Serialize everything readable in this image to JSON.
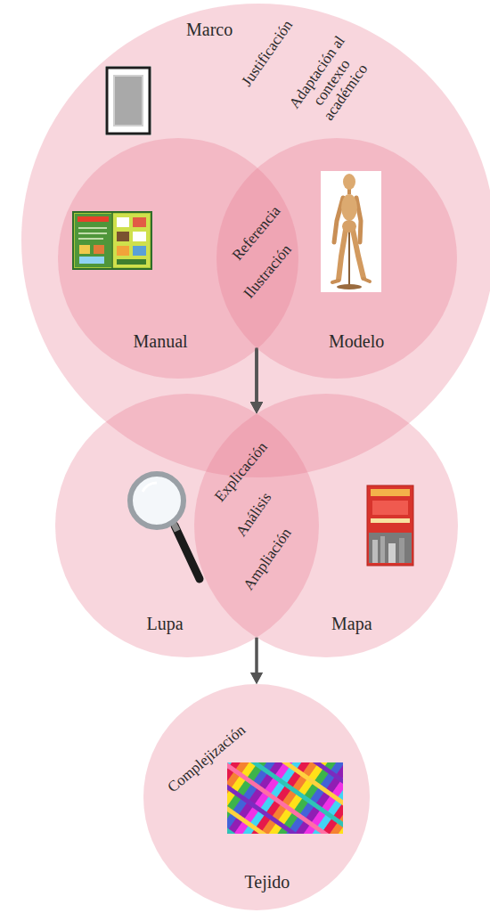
{
  "diagram": {
    "nodes": [
      {
        "text": [
          "Marco",
          "Justificación",
          "Adaptación al contexto académico"
        ]
      },
      {
        "text": [
          "Manual"
        ],
        "in": 0
      },
      {
        "text": [
          "Modelo"
        ],
        "in": 0
      },
      {
        "text": [
          "Lupa"
        ]
      },
      {
        "text": [
          "Mapa"
        ]
      },
      {
        "text": [
          "Tejido",
          "Complejización"
        ]
      }
    ],
    "edges": [
      {
        "from": 1,
        "to": 3,
        "arrow": "to"
      },
      {
        "from": 1,
        "to": 4,
        "arrow": "to"
      },
      {
        "from": 2,
        "to": 3,
        "arrow": "to"
      },
      {
        "from": 2,
        "to": 4,
        "arrow": "to"
      },
      {
        "from": 3,
        "to": 5,
        "arrow": "to"
      },
      {
        "from": 4,
        "to": 5,
        "arrow": "to"
      }
    ],
    "labels": [
      "Referencia",
      "Ilustración",
      "Explicación",
      "Análisis",
      "Ampliación"
    ]
  }
}
